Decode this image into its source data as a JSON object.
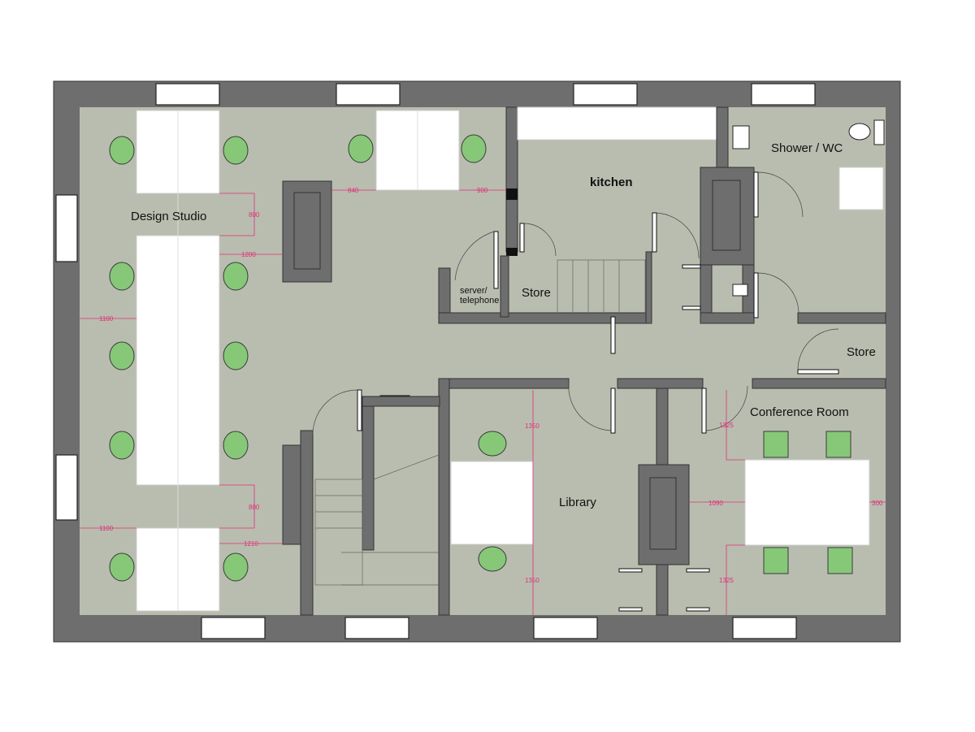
{
  "rooms": {
    "design_studio": "Design Studio",
    "kitchen": "kitchen",
    "shower_wc": "Shower / WC",
    "server_line1": "server/",
    "server_line2": "telephone",
    "store_1": "Store",
    "store_2": "Store",
    "conference": "Conference Room",
    "library": "Library"
  },
  "dimensions": {
    "d800a": "800",
    "d840": "840",
    "d900": "900",
    "d1200": "1200",
    "d1100a": "1100",
    "d800b": "800",
    "d1100b": "1100",
    "d1210": "1210",
    "d1350a": "1350",
    "d1350b": "1350",
    "d1325a": "1325",
    "d1325b": "1325",
    "d1090": "1090",
    "d300": "300"
  },
  "colors": {
    "wall": "#6e6e6e",
    "floor": "#b9bdaf",
    "chair": "#86c878",
    "dimension": "#e0307a"
  }
}
